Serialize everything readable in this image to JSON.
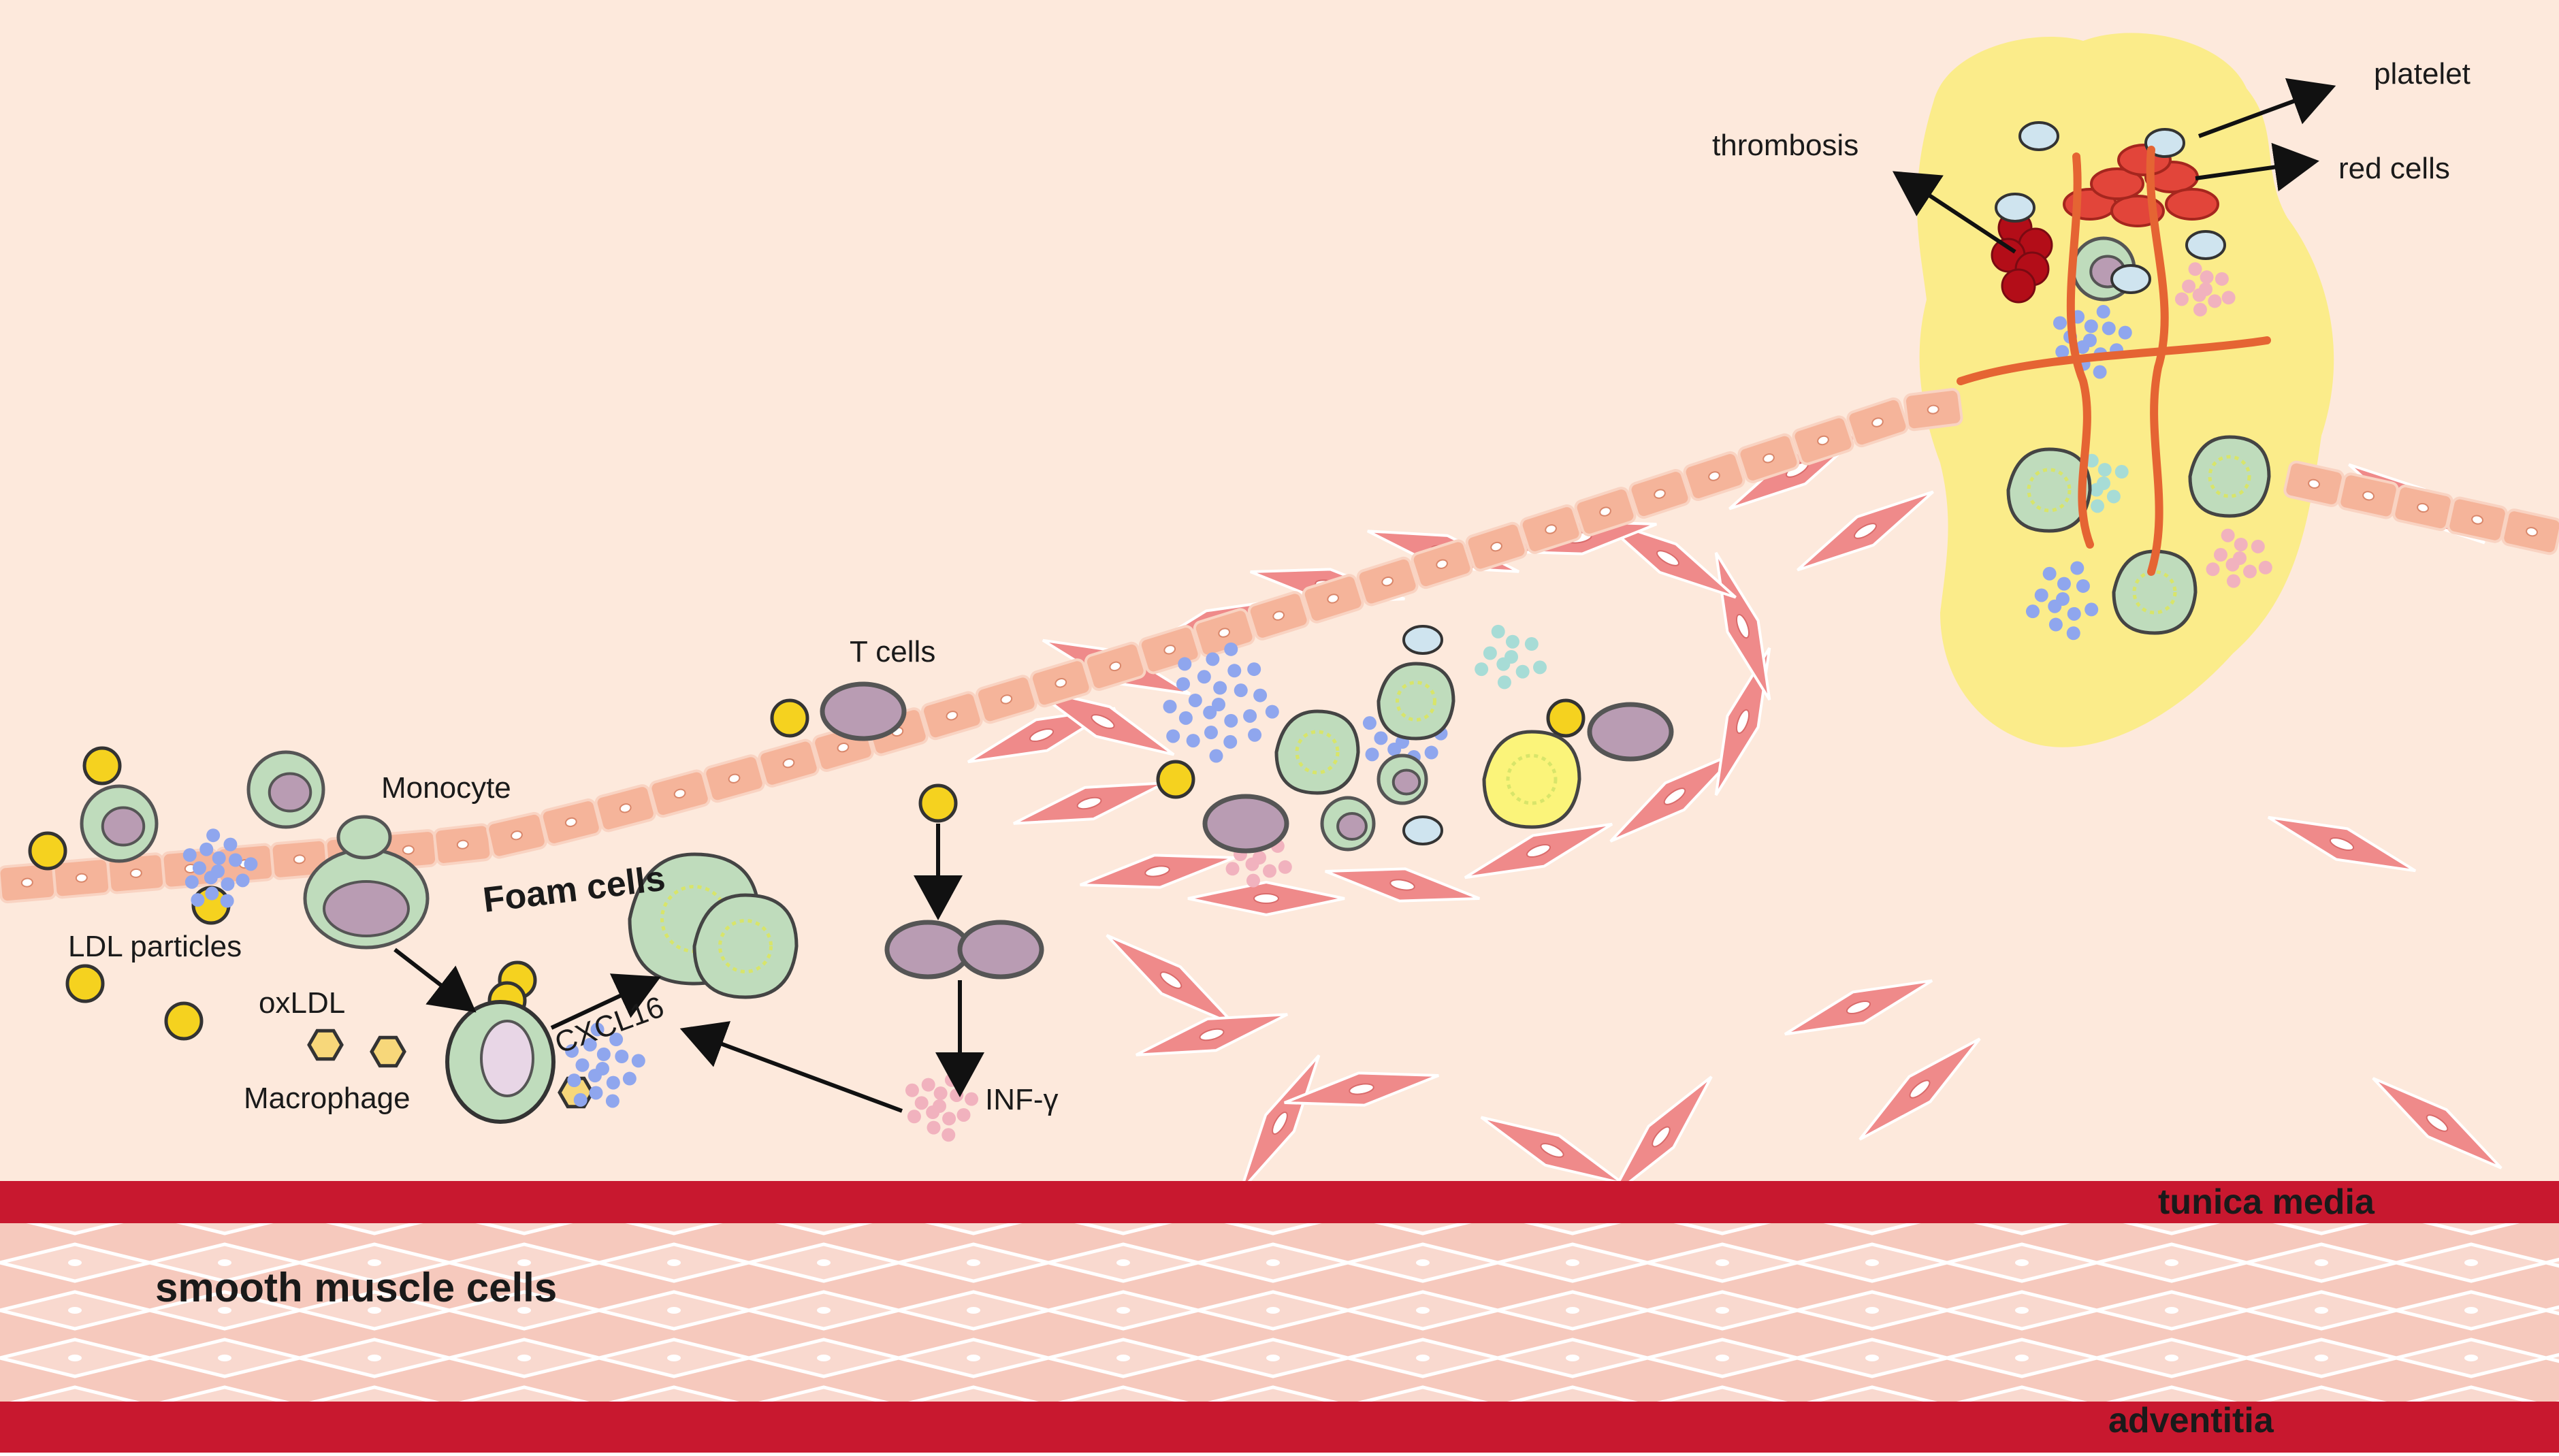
{
  "labels": {
    "platelet": "platelet",
    "thrombosis": "thrombosis",
    "red_cells": "red cells",
    "t_cells": "T cells",
    "monocyte": "Monocyte",
    "foam_cells": "Foam cells",
    "ldl_particles": "LDL particles",
    "oxldl": "oxLDL",
    "cxcl16": "CXCL16",
    "macrophage": "Macrophage",
    "inf_gamma": "INF-γ",
    "tunica_media": "tunica media",
    "smooth_muscle_cells": "smooth muscle cells",
    "adventitia": "adventitia"
  },
  "colors": {
    "background": "#fde9dc",
    "endothelium": "#f5b49a",
    "vessel_wall_red": "#c8182f",
    "smooth_muscle": "#ef8a8a",
    "ldl_yellow": "#f5d21f",
    "macrophage_green": "#bfdcbc",
    "nucleus_purple": "#b99cb3",
    "cytokine_blue": "#8fa6ee",
    "cytokine_pink": "#f1b2be",
    "plaque_yellow": "#fbec8a",
    "red_cell": "#e2453a",
    "thrombus_red": "#b30d18",
    "platelet_blue": "#cfe4ef"
  }
}
